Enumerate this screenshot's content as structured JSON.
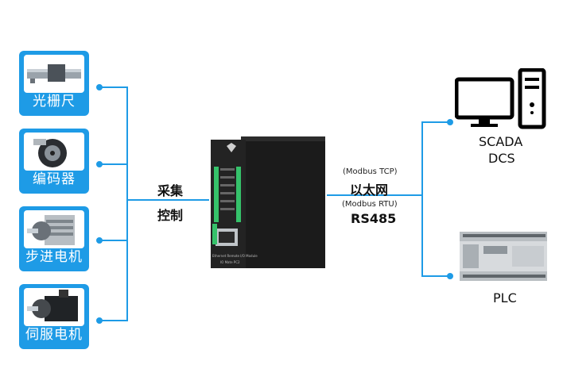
{
  "left_devices": [
    {
      "label": "光栅尺",
      "icon": "linear-scale-icon"
    },
    {
      "label": "编码器",
      "icon": "encoder-icon"
    },
    {
      "label": "步进电机",
      "icon": "stepper-motor-icon"
    },
    {
      "label": "伺服电机",
      "icon": "servo-motor-icon"
    }
  ],
  "center": {
    "left_labels": [
      "采集",
      "控制"
    ],
    "module_caption": "Ethernet Remote I/O Module",
    "module_model": "IO Mate PC2"
  },
  "links": {
    "tcp_protocol": "(Modbus TCP)",
    "tcp_medium": "以太网",
    "rtu_protocol": "(Modbus RTU)",
    "rtu_medium": "RS485"
  },
  "right_devices": [
    {
      "label_line1": "SCADA",
      "label_line2": "DCS",
      "icon": "computer-icon"
    },
    {
      "label_line1": "PLC",
      "label_line2": "",
      "icon": "plc-icon"
    }
  ],
  "colors": {
    "accent": "#1e9be6",
    "module": "#1d1d1d"
  }
}
